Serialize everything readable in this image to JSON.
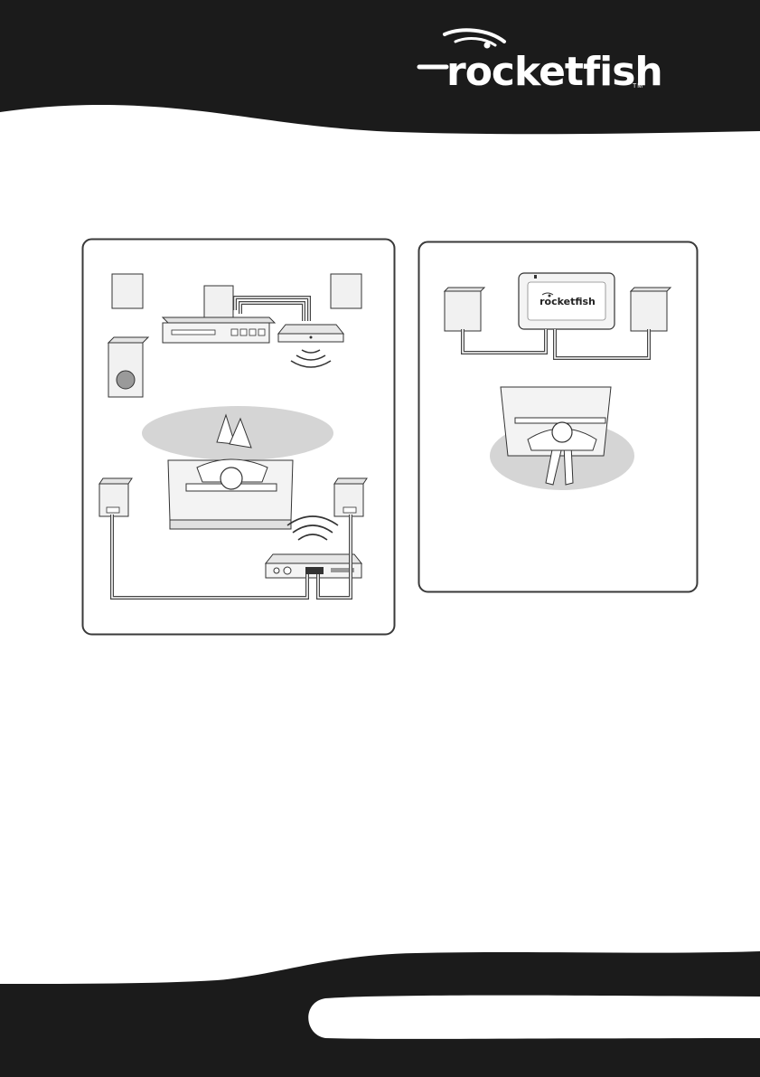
{
  "brand": {
    "name": "rocketfish",
    "trademark": "TM"
  },
  "colors": {
    "band": "#1b1b1b",
    "panel_border": "#3a3a3a",
    "device_fill": "#f1f1f1",
    "shadow_zone": "#d5d5d5",
    "wire": "#444444",
    "page": "#ffffff"
  },
  "icons": {
    "logo": "rocketfish-logo",
    "left_panel": "home-theater-setup-illustration",
    "right_panel": "desk-stereo-setup-illustration"
  }
}
